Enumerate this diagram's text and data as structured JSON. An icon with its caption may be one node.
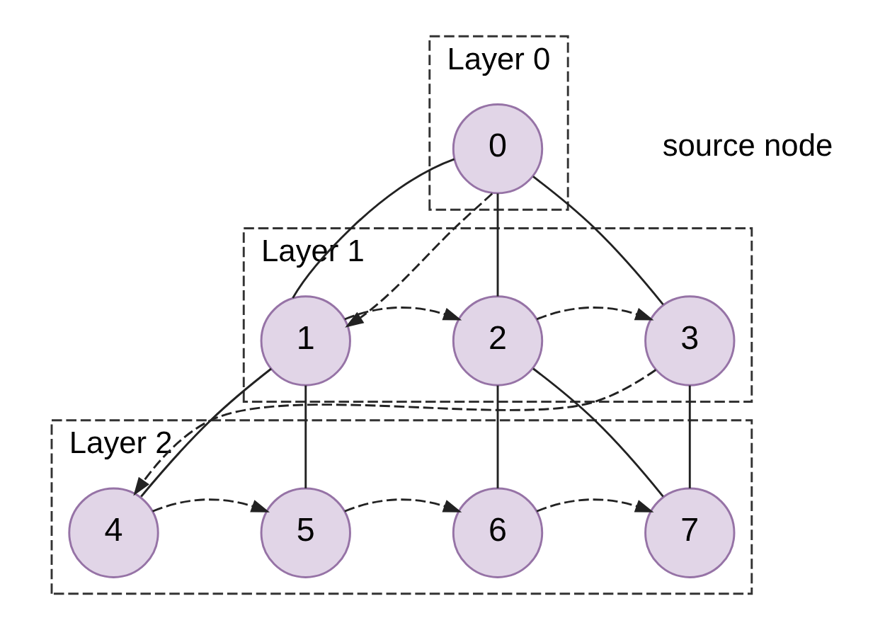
{
  "diagram": {
    "nodes": [
      {
        "text": [
          "Layer 0"
        ]
      },
      {
        "text": [
          "0"
        ],
        "in": 0
      },
      {
        "text": [
          "Layer 1"
        ]
      },
      {
        "text": [
          "1"
        ],
        "in": 2
      },
      {
        "text": [
          "2"
        ],
        "in": 2
      },
      {
        "text": [
          "3"
        ],
        "in": 2
      },
      {
        "text": [
          "Layer 2"
        ]
      },
      {
        "text": [
          "4"
        ],
        "in": 6
      },
      {
        "text": [
          "5"
        ],
        "in": 6
      },
      {
        "text": [
          "6"
        ],
        "in": 6
      },
      {
        "text": [
          "7"
        ],
        "in": 6
      }
    ],
    "edges": [
      {
        "from": 1,
        "to": 3,
        "arrow": "none"
      },
      {
        "from": 1,
        "to": 4,
        "arrow": "none"
      },
      {
        "from": 1,
        "to": 5,
        "arrow": "none"
      },
      {
        "from": 3,
        "to": 7,
        "arrow": "none"
      },
      {
        "from": 3,
        "to": 8,
        "arrow": "none"
      },
      {
        "from": 4,
        "to": 9,
        "arrow": "none"
      },
      {
        "from": 4,
        "to": 10,
        "arrow": "none"
      },
      {
        "from": 5,
        "to": 10,
        "arrow": "none"
      },
      {
        "from": 1,
        "to": 3,
        "arrow": "to",
        "style": "dashed"
      },
      {
        "from": 3,
        "to": 4,
        "arrow": "to",
        "style": "dashed"
      },
      {
        "from": 4,
        "to": 5,
        "arrow": "to",
        "style": "dashed"
      },
      {
        "from": 5,
        "to": 7,
        "arrow": "to",
        "style": "dashed"
      },
      {
        "from": 7,
        "to": 8,
        "arrow": "to",
        "style": "dashed"
      },
      {
        "from": 8,
        "to": 9,
        "arrow": "to",
        "style": "dashed"
      },
      {
        "from": 9,
        "to": 10,
        "arrow": "to",
        "style": "dashed"
      }
    ],
    "labels": [
      "source node"
    ]
  }
}
